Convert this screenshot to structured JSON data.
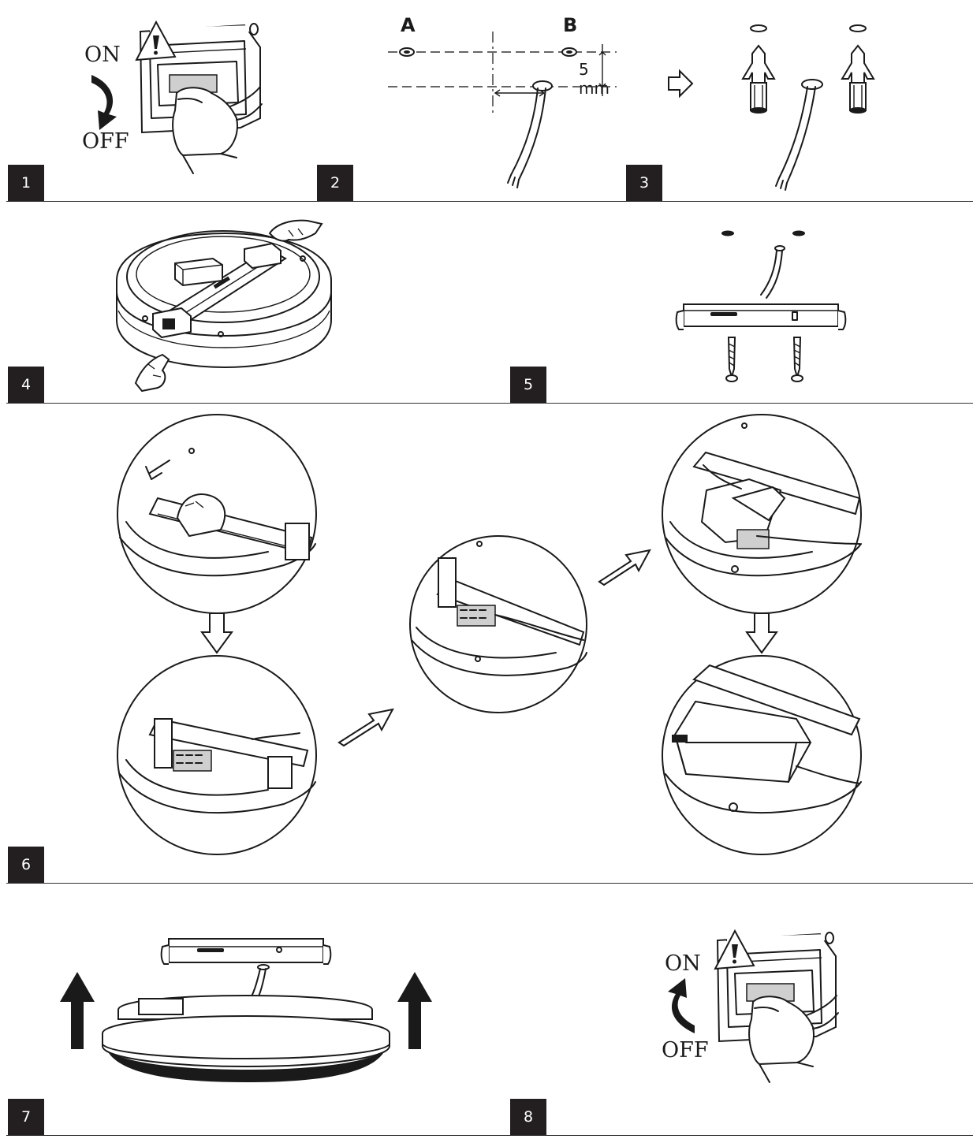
{
  "steps": [
    {
      "number": "1"
    },
    {
      "number": "2"
    },
    {
      "number": "3"
    },
    {
      "number": "4"
    },
    {
      "number": "5"
    },
    {
      "number": "6"
    },
    {
      "number": "7"
    },
    {
      "number": "8"
    }
  ],
  "switch_labels": {
    "on": "ON",
    "off": "OFF"
  },
  "drill_labels": {
    "hole_a": "A",
    "hole_b": "B",
    "offset": "5 mm"
  }
}
